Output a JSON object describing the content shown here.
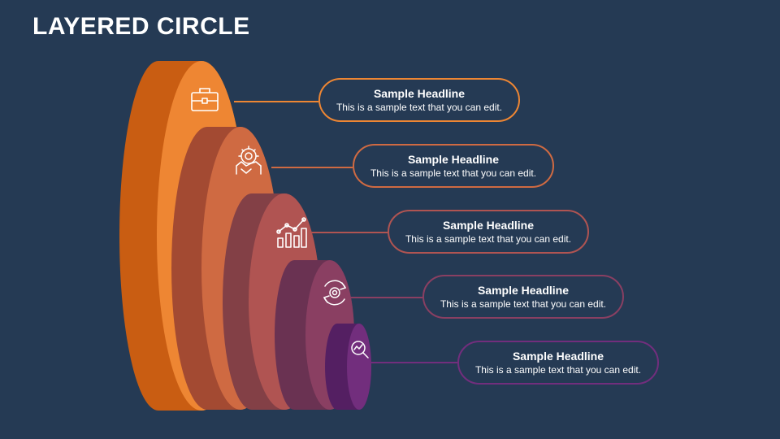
{
  "title": "LAYERED CIRCLE",
  "colors": {
    "background": "#253a54",
    "layer1": "#ee8633",
    "layer2": "#cf6a42",
    "layer3": "#b05452",
    "layer4": "#8a3f62",
    "layer5": "#722e7d"
  },
  "items": [
    {
      "headline": "Sample Headline",
      "text": "This is a sample text that you can edit.",
      "icon": "briefcase-icon"
    },
    {
      "headline": "Sample Headline",
      "text": "This is a sample text that you can edit.",
      "icon": "handshake-gear-icon"
    },
    {
      "headline": "Sample Headline",
      "text": "This is a sample text that you can edit.",
      "icon": "growth-chart-icon"
    },
    {
      "headline": "Sample Headline",
      "text": "This is a sample text that you can edit.",
      "icon": "cycle-gear-icon"
    },
    {
      "headline": "Sample Headline",
      "text": "This is a sample text that you can edit.",
      "icon": "magnifier-analytics-icon"
    }
  ]
}
